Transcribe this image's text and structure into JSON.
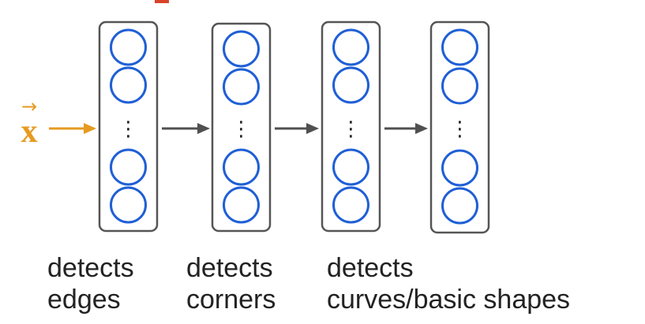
{
  "input": {
    "symbol": "x",
    "vector_arrow": "→"
  },
  "layers": [
    {
      "line1": "detects",
      "line2": "edges"
    },
    {
      "line1": "detects",
      "line2": "corners"
    },
    {
      "line1": "detects",
      "line2": "curves/basic shapes"
    },
    {
      "line1": "",
      "line2": ""
    }
  ],
  "ellipsis": "⋮",
  "colors": {
    "input_accent": "#e69a1f",
    "neuron_stroke": "#1f5fd6",
    "layer_box_stroke": "#555555",
    "arrow": "#505050",
    "label_text": "#222222",
    "top_mark": "#d9432a"
  }
}
